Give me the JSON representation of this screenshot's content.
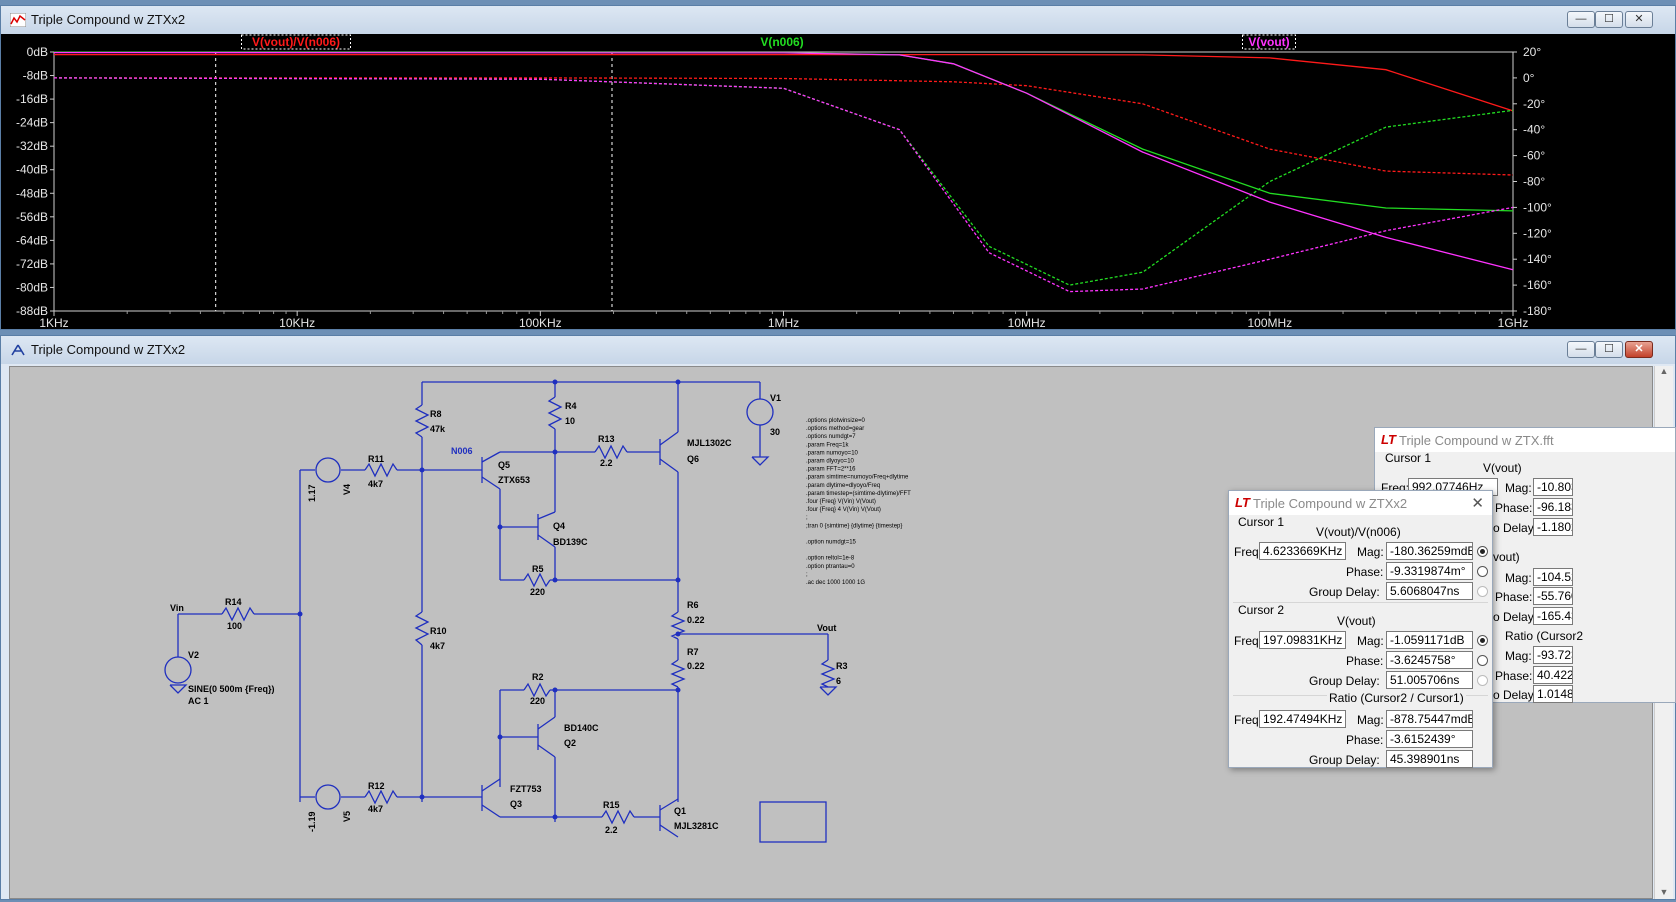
{
  "plot_window": {
    "title": "Triple Compound w ZTXx2",
    "traces": [
      {
        "label": "V(vout)/V(n006)",
        "color": "#ff1a1a"
      },
      {
        "label": "V(n006)",
        "color": "#22dd22"
      },
      {
        "label": "V(vout)",
        "color": "#ff33ff"
      }
    ],
    "y_left_ticks": [
      "0dB",
      "-8dB",
      "-16dB",
      "-24dB",
      "-32dB",
      "-40dB",
      "-48dB",
      "-56dB",
      "-64dB",
      "-72dB",
      "-80dB",
      "-88dB"
    ],
    "y_right_ticks": [
      "20°",
      "0°",
      "-20°",
      "-40°",
      "-60°",
      "-80°",
      "-100°",
      "-120°",
      "-140°",
      "-160°",
      "-180°"
    ],
    "x_ticks": [
      "1KHz",
      "10KHz",
      "100KHz",
      "1MHz",
      "10MHz",
      "100MHz",
      "1GHz"
    ]
  },
  "chart_data": {
    "type": "line",
    "x_scale": "log",
    "xlim_hz": [
      1000,
      1000000000
    ],
    "ylim_db": [
      -88,
      0
    ],
    "ylim_deg": [
      -180,
      20
    ],
    "cursor_freqs_hz": [
      4623.3669,
      197098.31
    ],
    "series": [
      {
        "name": "V(vout)/V(n006)",
        "kind": "magnitude",
        "color": "#ff1a1a",
        "x": [
          1000,
          1000000,
          10000000,
          30000000,
          100000000,
          300000000,
          1000000000
        ],
        "y": [
          -0.9,
          -0.9,
          -0.9,
          -1.0,
          -2.0,
          -6.0,
          -20.0
        ]
      },
      {
        "name": "V(vout)/V(n006)",
        "kind": "phase",
        "color": "#ff1a1a",
        "x": [
          1000,
          100000,
          1000000,
          5000000,
          10000000,
          30000000,
          100000000,
          300000000,
          1000000000
        ],
        "y": [
          0,
          0,
          -0.5,
          -3,
          -6,
          -20,
          -55,
          -72,
          -75
        ]
      },
      {
        "name": "V(n006)",
        "kind": "magnitude",
        "color": "#22dd22",
        "x": [
          1000,
          1000000,
          3000000,
          5000000,
          10000000,
          30000000,
          100000000,
          300000000,
          1000000000
        ],
        "y": [
          -0.1,
          -0.2,
          -1.0,
          -4.0,
          -14.0,
          -33.0,
          -48.0,
          -53.0,
          -54.0
        ]
      },
      {
        "name": "V(n006)",
        "kind": "phase",
        "color": "#22dd22",
        "x": [
          1000,
          100000,
          1000000,
          3000000,
          7000000,
          15000000,
          30000000,
          100000000,
          300000000,
          1000000000
        ],
        "y": [
          0,
          -1,
          -8,
          -40,
          -130,
          -160,
          -150,
          -80,
          -38,
          -25
        ]
      },
      {
        "name": "V(vout)",
        "kind": "magnitude",
        "color": "#ff33ff",
        "x": [
          1000,
          1000000,
          3000000,
          5000000,
          10000000,
          30000000,
          100000000,
          300000000,
          1000000000
        ],
        "y": [
          -0.2,
          -0.3,
          -1.0,
          -4.0,
          -14.0,
          -34.0,
          -51.0,
          -63.0,
          -74.0
        ]
      },
      {
        "name": "V(vout)",
        "kind": "phase",
        "color": "#ff33ff",
        "x": [
          1000,
          100000,
          1000000,
          3000000,
          7000000,
          15000000,
          30000000,
          100000000,
          300000000,
          1000000000
        ],
        "y": [
          0,
          -1,
          -8,
          -40,
          -135,
          -165,
          -163,
          -140,
          -118,
          -100
        ]
      }
    ]
  },
  "schematic_window": {
    "title": "Triple Compound w ZTXx2",
    "components": {
      "r8": {
        "name": "R8",
        "value": "47k"
      },
      "r4": {
        "name": "R4",
        "value": "10"
      },
      "r13": {
        "name": "R13",
        "value": "2.2"
      },
      "q6": {
        "name": "Q6",
        "model": "MJL1302C"
      },
      "v1": {
        "name": "V1",
        "value": "30"
      },
      "r11": {
        "name": "R11",
        "value": "4k7"
      },
      "v4": {
        "name": "V4",
        "value": "1.17"
      },
      "q5": {
        "name": "Q5",
        "model": "ZTX653"
      },
      "q4": {
        "name": "Q4",
        "model": "BD139C"
      },
      "r5": {
        "name": "R5",
        "value": "220"
      },
      "r14": {
        "name": "R14",
        "value": "100"
      },
      "r10": {
        "name": "R10",
        "value": "4k7"
      },
      "r6": {
        "name": "R6",
        "value": "0.22"
      },
      "r7": {
        "name": "R7",
        "value": "0.22"
      },
      "r3": {
        "name": "R3",
        "value": "6"
      },
      "v2": {
        "name": "V2",
        "value1": "SINE(0 500m {Freq})",
        "value2": "AC 1"
      },
      "r2": {
        "name": "R2",
        "value": "220"
      },
      "q2": {
        "name": "Q2",
        "model": "BD140C"
      },
      "r12": {
        "name": "R12",
        "value": "4k7"
      },
      "v5": {
        "name": "V5",
        "value": "-1.19"
      },
      "q3": {
        "name": "Q3",
        "model": "FZT753"
      },
      "r15": {
        "name": "R15",
        "value": "2.2"
      },
      "q1": {
        "name": "Q1",
        "model": "MJL3281C"
      }
    },
    "net_labels": {
      "n006": "N006",
      "vin": "Vin",
      "vout": "Vout"
    },
    "spice_directives": [
      ".options plotwinsize=0",
      ".options method=gear",
      ".options numdgt=7",
      ".param Freq=1k",
      ".param numoyo=10",
      ".param dlyoyo=10",
      ".param FFT=2**16",
      ".param simtime=numoyo/Freq+dlytime",
      ".param dlytime=dlyoyo/Freq",
      ".param timestep=(simtime-dlytime)/FFT",
      ".four {Freq} V(Vin) V(Vout)",
      ".four {Freq} 4 V(Vin) V(Vout)",
      ";",
      ";tran 0 {simtime} {dlytime} {timestep}",
      "",
      ".option numdgt=15",
      "",
      ".option reltol=1e-8",
      ".option ptrantau=0",
      ";",
      ".ac dec 1000 1000 1G"
    ]
  },
  "cursor_dialog_back": {
    "title": "Triple Compound w ZTX.fft",
    "cursor1_label": "Cursor 1",
    "cursor1_trace": "V(vout)",
    "freq_label": "Freq:",
    "freq_value": "992.07746Hz",
    "mag_label": "Mag:",
    "mag_value": "-10.803",
    "phase_label": "Phase:",
    "phase_value": "-96.183",
    "gd_label": "o Delay:",
    "gd_value": "-1.1802",
    "trace2": "vout)",
    "mag2_value": "-104.52",
    "phase2_value": "-55.760",
    "gd2_value": "-165.43",
    "ratio_label": "Ratio (Cursor2",
    "mag3_value": "-93.723",
    "phase3_value": "40.4225",
    "gd3_value": "1.01480"
  },
  "cursor_dialog": {
    "title": "Triple Compound w ZTXx2",
    "cursor1": {
      "label": "Cursor 1",
      "trace": "V(vout)/V(n006)",
      "freq_label": "Freq:",
      "freq": "4.6233669KHz",
      "mag_label": "Mag:",
      "mag": "-180.36259mdB",
      "phase_label": "Phase:",
      "phase": "-9.3319874m°",
      "gd_label": "Group Delay:",
      "gd": "5.6068047ns"
    },
    "cursor2": {
      "label": "Cursor 2",
      "trace": "V(vout)",
      "freq_label": "Freq:",
      "freq": "197.09831KHz",
      "mag_label": "Mag:",
      "mag": "-1.0591171dB",
      "phase_label": "Phase:",
      "phase": "-3.6245758°",
      "gd_label": "Group Delay:",
      "gd": "51.005706ns"
    },
    "ratio": {
      "label": "Ratio (Cursor2 / Cursor1)",
      "freq_label": "Freq:",
      "freq": "192.47494KHz",
      "mag_label": "Mag:",
      "mag": "-878.75447mdB",
      "phase_label": "Phase:",
      "phase": "-3.6152439°",
      "gd_label": "Group Delay:",
      "gd": "45.398901ns"
    }
  },
  "window_controls": {
    "minimize": "—",
    "maximize": "☐",
    "close": "✕"
  }
}
